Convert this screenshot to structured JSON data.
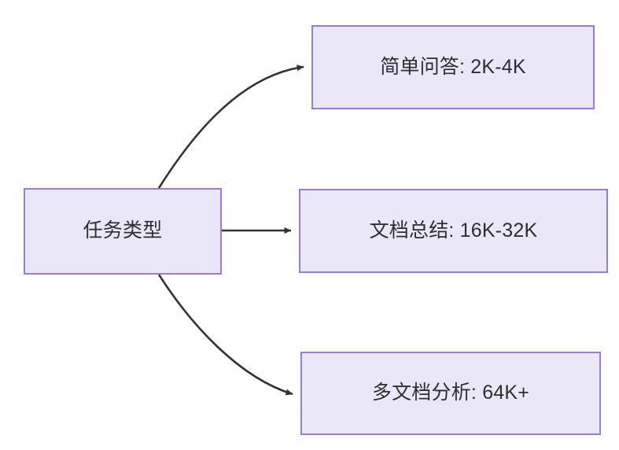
{
  "diagram": {
    "type": "flowchart",
    "direction": "left-to-right",
    "background_color": "#ffffff",
    "node_fill_color": "#eae7f9",
    "node_border_color": "#9a7ade",
    "node_text_color": "#2e2e2e",
    "edge_color": "#333333",
    "root": {
      "id": "root",
      "label": "任务类型"
    },
    "branches": [
      {
        "id": "simple-qa",
        "label": "简单问答: 2K-4K",
        "task": "简单问答",
        "context_length": "2K-4K"
      },
      {
        "id": "doc-summary",
        "label": "文档总结: 16K-32K",
        "task": "文档总结",
        "context_length": "16K-32K"
      },
      {
        "id": "multi-doc",
        "label": "多文档分析: 64K+",
        "task": "多文档分析",
        "context_length": "64K+"
      }
    ],
    "edges": [
      {
        "id": "edge-root-simple-qa",
        "from": "root",
        "to": "simple-qa",
        "style": "curved-arrow"
      },
      {
        "id": "edge-root-doc-summary",
        "from": "root",
        "to": "doc-summary",
        "style": "straight-arrow"
      },
      {
        "id": "edge-root-multi-doc",
        "from": "root",
        "to": "multi-doc",
        "style": "curved-arrow"
      }
    ]
  }
}
